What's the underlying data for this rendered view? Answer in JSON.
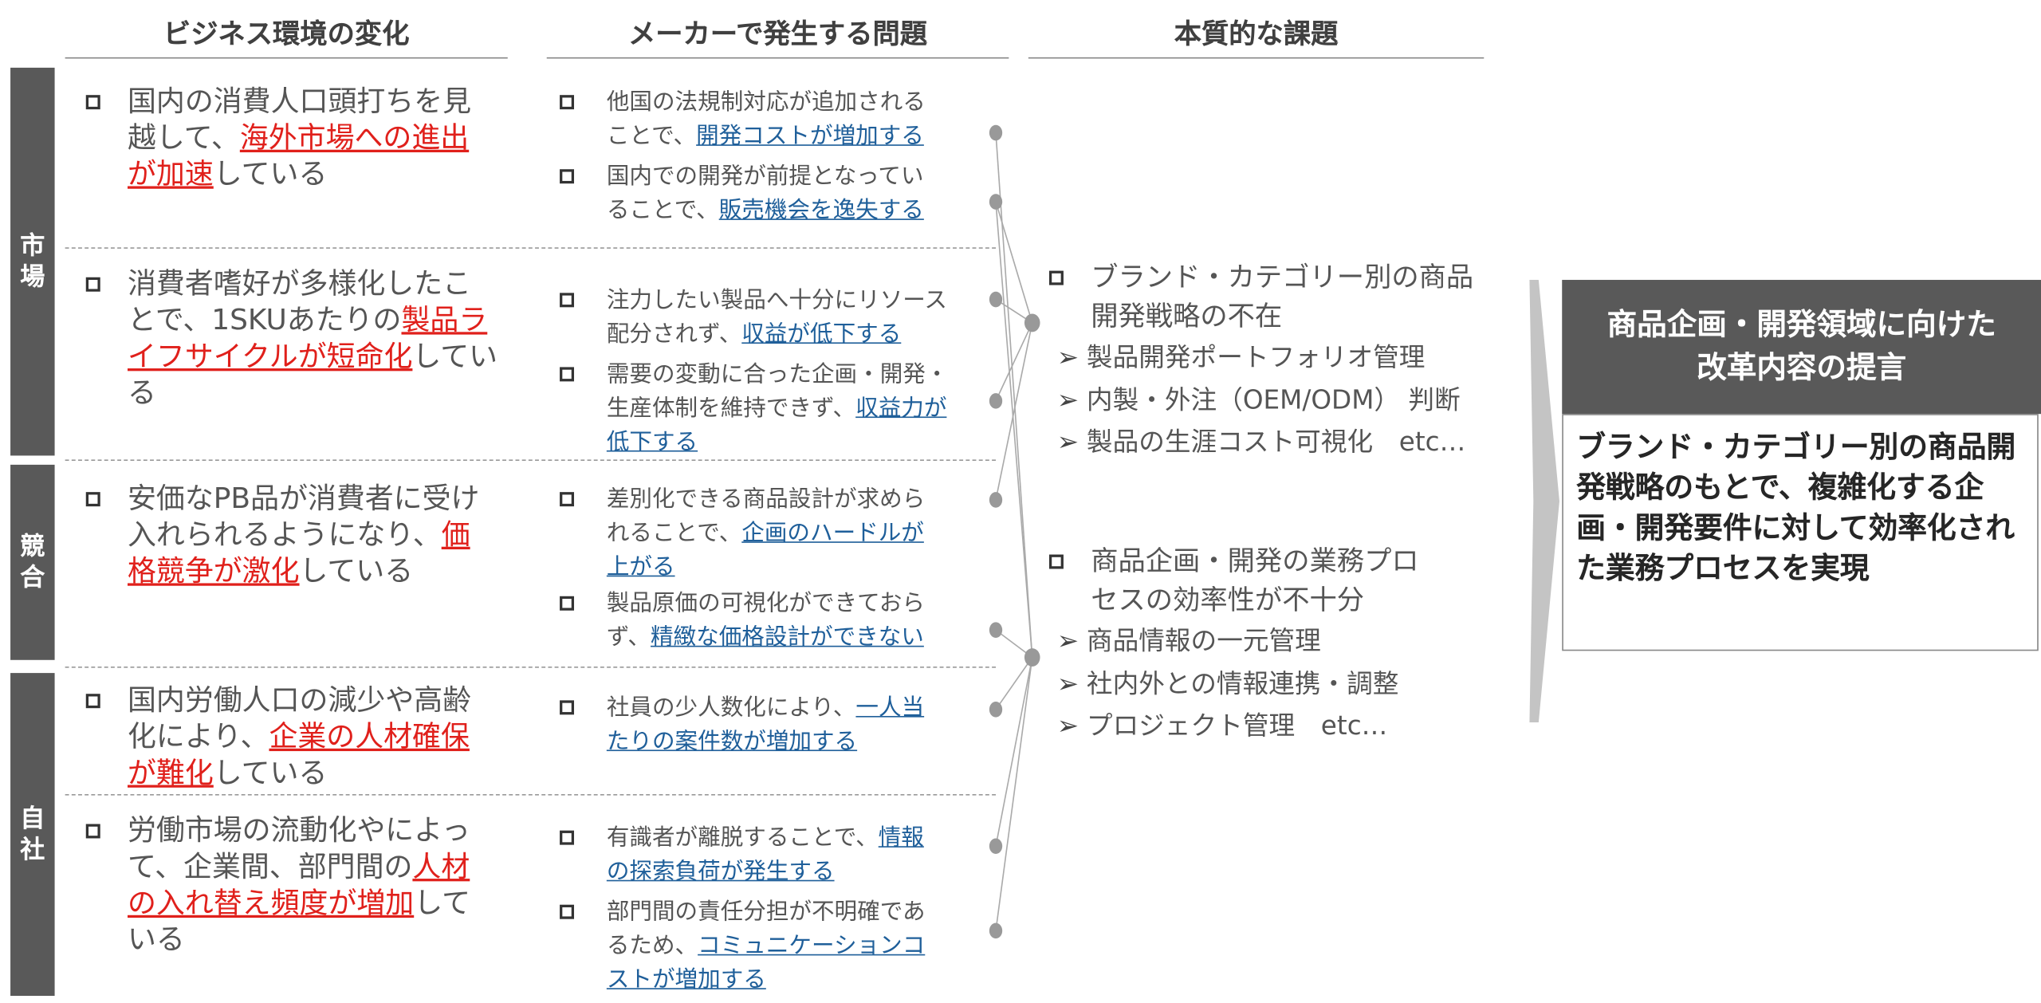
{
  "headers": [
    "ビジネス環境の変化",
    "メーカーで発生する問題",
    "本質的な課題"
  ],
  "sections": [
    "市\n場",
    "競\n合",
    "自\n社"
  ],
  "colors": {
    "red": "#e0201b",
    "blue": "#1f5f9a",
    "bar": "#595959"
  },
  "environment": [
    [
      {
        "t": "国内の消費人口頭打ちを見\n越して、"
      },
      {
        "t": "海外市場への進出\nが加速",
        "hl": true
      },
      {
        "t": "している"
      }
    ],
    [
      {
        "t": "消費者嗜好が多様化したこ\nとで、1SKUあたりの"
      },
      {
        "t": "製品ラ\nイフサイクルが短命化",
        "hl": true
      },
      {
        "t": "してい\nる"
      }
    ],
    [
      {
        "t": "安価なPB品が消費者に受け\n入れられるようになり、"
      },
      {
        "t": "価\n格競争が激化",
        "hl": true
      },
      {
        "t": "している"
      }
    ],
    [
      {
        "t": "国内労働人口の減少や高齢\n化により、"
      },
      {
        "t": "企業の人材確保\nが難化",
        "hl": true
      },
      {
        "t": "している"
      }
    ],
    [
      {
        "t": "労働市場の流動化やによっ\nて、企業間、部門間の"
      },
      {
        "t": "人材\nの入れ替え頻度が増加",
        "hl": true
      },
      {
        "t": "して\nいる"
      }
    ]
  ],
  "problems": [
    [
      {
        "t": "他国の法規制対応が追加される\nことで、"
      },
      {
        "t": "開発コストが増加する",
        "hl": true
      }
    ],
    [
      {
        "t": "国内での開発が前提となってい\nることで、"
      },
      {
        "t": "販売機会を逸失する",
        "hl": true
      }
    ],
    [
      {
        "t": "注力したい製品へ十分にリソース\n配分されず、"
      },
      {
        "t": "収益が低下する",
        "hl": true
      }
    ],
    [
      {
        "t": "需要の変動に合った企画・開発・\n生産体制を維持できず、"
      },
      {
        "t": "収益力が\n低下する",
        "hl": true
      }
    ],
    [
      {
        "t": "差別化できる商品設計が求めら\nれることで、"
      },
      {
        "t": "企画のハードルが\n上がる",
        "hl": true
      }
    ],
    [
      {
        "t": "製品原価の可視化ができておら\nず、"
      },
      {
        "t": "精緻な価格設計ができない",
        "hl": true
      }
    ],
    [
      {
        "t": "社員の少人数化により、"
      },
      {
        "t": "一人当\nたりの案件数が増加する",
        "hl": true
      }
    ],
    [
      {
        "t": "有識者が離脱することで、"
      },
      {
        "t": "情報\nの探索負荷が発生する",
        "hl": true
      }
    ],
    [
      {
        "t": "部門間の責任分担が不明確であ\nるため、"
      },
      {
        "t": "コミュニケーションコ\nストが増加する",
        "hl": true
      }
    ]
  ],
  "issues": [
    {
      "title": "ブランド・カテゴリー別の商品\n開発戦略の不在",
      "subs": [
        "製品開発ポートフォリオ管理",
        "内製・外注（OEM/ODM） 判断",
        "製品の生涯コスト可視化　etc…"
      ]
    },
    {
      "title": "商品企画・開発の業務プロ\nセスの効率性が不十分",
      "subs": [
        "商品情報の一元管理",
        "社内外との情報連携・調整",
        "プロジェクト管理　etc…"
      ]
    }
  ],
  "proposal": {
    "title": "商品企画・開発領域に向けた\n改革内容の提言",
    "body": "ブランド・カテゴリー別の商品開発戦略のもとで、複雑化する企画・開発要件に対して効率化された業務プロセスを実現"
  }
}
